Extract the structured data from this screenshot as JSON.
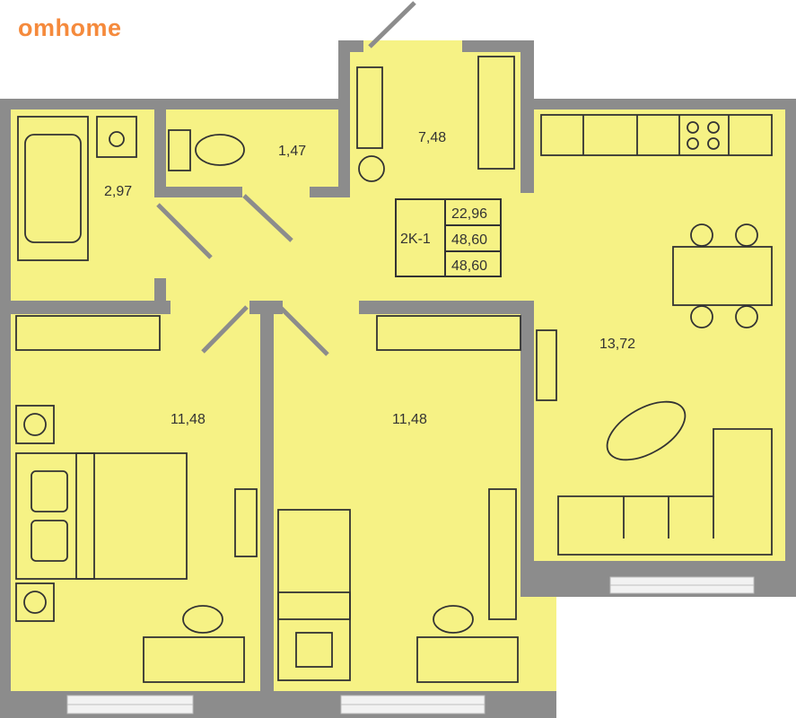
{
  "brand": {
    "logo_text": "omhome",
    "color": "#f58a3c"
  },
  "colors": {
    "room_fill": "#f6f285",
    "wall": "#8c8c8c"
  },
  "apartment": {
    "type_code": "2K-1",
    "areas": [
      "22,96",
      "48,60",
      "48,60"
    ]
  },
  "rooms": {
    "bathroom": "2,97",
    "toilet": "1,47",
    "hall": "7,48",
    "kitchen_living": "13,72",
    "bedroom_left": "11,48",
    "bedroom_right": "11,48"
  }
}
